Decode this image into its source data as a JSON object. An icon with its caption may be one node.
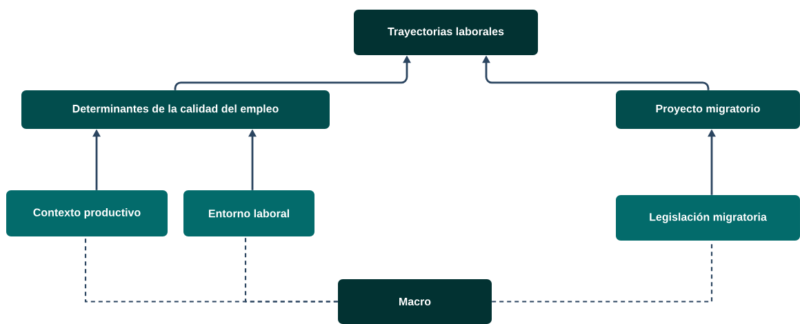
{
  "diagram": {
    "nodes": [
      {
        "text": [
          "Trayectorias laborales"
        ]
      },
      {
        "text": [
          "Determinantes de la calidad del empleo"
        ]
      },
      {
        "text": [
          "Proyecto migratorio"
        ]
      },
      {
        "text": [
          "Contexto productivo"
        ]
      },
      {
        "text": [
          "Entorno laboral"
        ]
      },
      {
        "text": [
          "Legislación migratoria"
        ]
      },
      {
        "text": [
          "Macro"
        ]
      }
    ],
    "edges": [
      {
        "from": 1,
        "to": 0,
        "arrow": "to"
      },
      {
        "from": 2,
        "to": 0,
        "arrow": "to"
      },
      {
        "from": 3,
        "to": 1,
        "arrow": "to"
      },
      {
        "from": 4,
        "to": 1,
        "arrow": "to"
      },
      {
        "from": 5,
        "to": 2,
        "arrow": "to"
      },
      {
        "from": 6,
        "to": 3,
        "arrow": "none",
        "style": "dashed"
      },
      {
        "from": 6,
        "to": 4,
        "arrow": "none",
        "style": "dashed"
      },
      {
        "from": 6,
        "to": 5,
        "arrow": "none",
        "style": "dashed"
      }
    ]
  }
}
